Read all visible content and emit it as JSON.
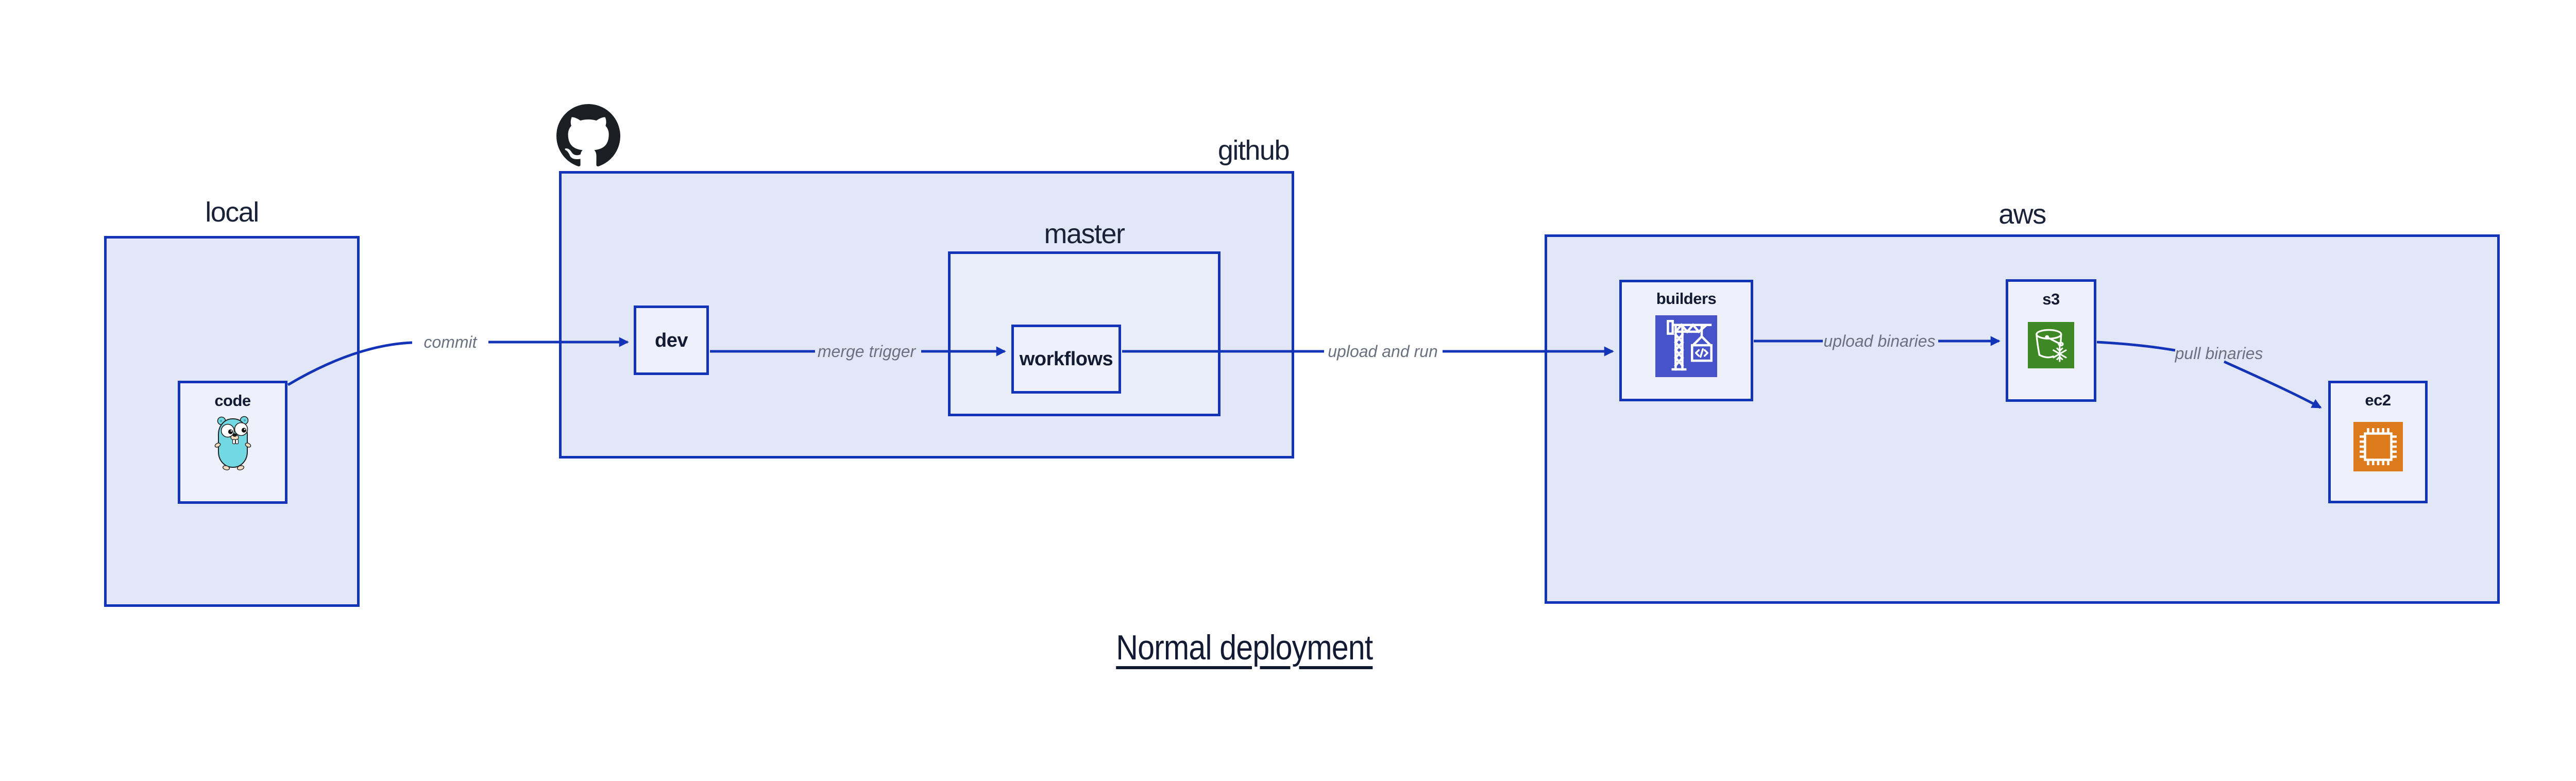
{
  "diagram": {
    "title": "Normal deployment"
  },
  "groups": {
    "local": {
      "label": "local"
    },
    "github": {
      "label": "github"
    },
    "master": {
      "label": "master"
    },
    "aws": {
      "label": "aws"
    }
  },
  "nodes": {
    "code": {
      "label": "code",
      "group": "local",
      "icon": "go-gopher-icon"
    },
    "dev": {
      "label": "dev",
      "group": "github"
    },
    "workflows": {
      "label": "workflows",
      "group": "master"
    },
    "builders": {
      "label": "builders",
      "group": "aws",
      "icon": "codebuild-crane-icon",
      "icon_color": "#4753c9"
    },
    "s3": {
      "label": "s3",
      "group": "aws",
      "icon": "s3-glacier-bucket-icon",
      "icon_color": "#3e8926"
    },
    "ec2": {
      "label": "ec2",
      "group": "aws",
      "icon": "ec2-chip-icon",
      "icon_color": "#dd7a1c"
    }
  },
  "edges": [
    {
      "label": "commit",
      "from": "code",
      "to": "dev"
    },
    {
      "label": "merge trigger",
      "from": "dev",
      "to": "workflows"
    },
    {
      "label": "upload and run",
      "from": "workflows",
      "to": "builders"
    },
    {
      "label": "upload binaries",
      "from": "builders",
      "to": "s3"
    },
    {
      "label": "pull binaries",
      "from": "s3",
      "to": "ec2"
    }
  ],
  "colors": {
    "arrow_blue": "#1434b8",
    "container_border": "#1434b8",
    "container_fill": "#e2e7f8",
    "subcontainer_fill": "#e9edfa",
    "node_fill": "#eef1fb",
    "heading_navy": "#131b33",
    "edge_label_gray": "#6a7280",
    "octocat_black": "#1b1f23",
    "gopher_teal": "#72d9e2"
  }
}
